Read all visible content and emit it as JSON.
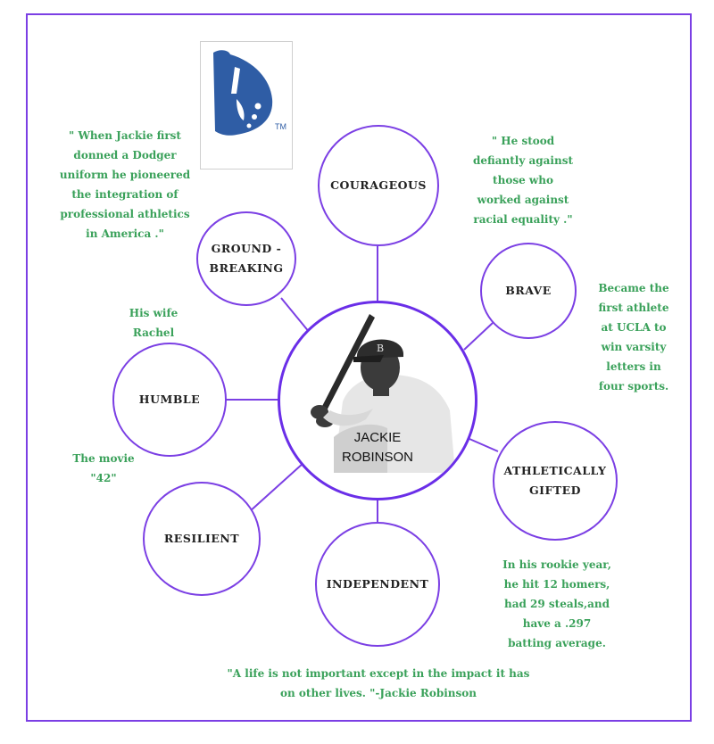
{
  "center": {
    "label": "JACKIE\nROBINSON"
  },
  "traits": [
    {
      "id": "courageous",
      "label": "COURAGEOUS"
    },
    {
      "id": "brave",
      "label": "BRAVE"
    },
    {
      "id": "athletically-gifted",
      "label": "ATHLETICALLY\nGIFTED"
    },
    {
      "id": "independent",
      "label": "INDEPENDENT"
    },
    {
      "id": "resilient",
      "label": "RESILIENT"
    },
    {
      "id": "humble",
      "label": "HUMBLE"
    },
    {
      "id": "ground-breaking",
      "label": "GROUND -\nBREAKING"
    }
  ],
  "notes": {
    "integration": "\" When Jackie first\ndonned a Dodger\nuniform he pioneered\nthe integration of\nprofessional athletics\nin America .\"",
    "defiance": "\"  He stood\ndefiantly against\nthose who\nworked against\nracial equality .\"",
    "ucla": "Became the\nfirst athlete\nat UCLA to\nwin varsity\nletters in\nfour sports.",
    "wife": "His wife\nRachel",
    "movie": "The movie\n\"42\"",
    "rookie": "In his rookie year,\nhe hit 12 homers,\nhad 29 steals,and\nhave a .297\nbatting average.",
    "quote": "\"A life is not important except in the impact it has\non other lives. \"-Jackie Robinson"
  },
  "logo": {
    "tm": "TM"
  },
  "colors": {
    "border": "#7b3fe4",
    "note_text": "#3aa15a",
    "logo_blue": "#2f5da5"
  }
}
